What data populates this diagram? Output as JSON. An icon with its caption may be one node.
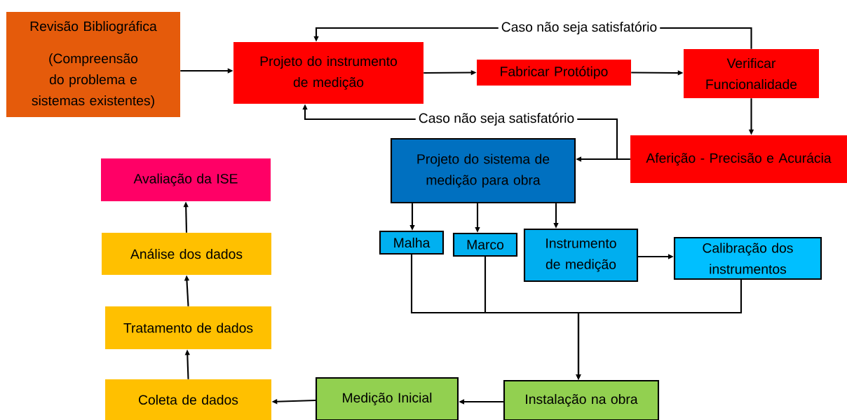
{
  "diagram": {
    "nodes": [
      {
        "text": [
          "Revisão Bibliográfica",
          "(Compreensão do problema e sistemas existentes)"
        ]
      },
      {
        "text": [
          "Projeto do instrumento de medição"
        ]
      },
      {
        "text": [
          "Fabricar Protótipo"
        ]
      },
      {
        "text": [
          "Verificar Funcionalidade"
        ]
      },
      {
        "text": [
          "Aferição - Precisão e Acurácia"
        ]
      },
      {
        "text": [
          "Projeto do sistema de medição para obra"
        ]
      },
      {
        "text": [
          "Malha"
        ]
      },
      {
        "text": [
          "Marco"
        ]
      },
      {
        "text": [
          "Instrumento de medição"
        ]
      },
      {
        "text": [
          "Calibração dos instrumentos"
        ]
      },
      {
        "text": [
          "Instalação na obra"
        ]
      },
      {
        "text": [
          "Medição Inicial"
        ]
      },
      {
        "text": [
          "Coleta de dados"
        ]
      },
      {
        "text": [
          "Tratamento de dados"
        ]
      },
      {
        "text": [
          "Análise dos dados"
        ]
      },
      {
        "text": [
          "Avaliação da ISE"
        ]
      }
    ],
    "edges": [
      {
        "from": 0,
        "to": 1,
        "arrow": "to"
      },
      {
        "from": 1,
        "to": 2,
        "arrow": "to"
      },
      {
        "from": 2,
        "to": 3,
        "arrow": "to"
      },
      {
        "from": 3,
        "to": 1,
        "arrow": "to",
        "label": "Caso não seja satisfatório"
      },
      {
        "from": 3,
        "to": 4,
        "arrow": "to"
      },
      {
        "from": 4,
        "to": 5,
        "arrow": "to"
      },
      {
        "from": 4,
        "to": 1,
        "arrow": "to",
        "label": "Caso não seja satisfatório"
      },
      {
        "from": 5,
        "to": 6,
        "arrow": "to"
      },
      {
        "from": 5,
        "to": 7,
        "arrow": "to"
      },
      {
        "from": 5,
        "to": 8,
        "arrow": "to"
      },
      {
        "from": 8,
        "to": 9,
        "arrow": "to"
      },
      {
        "from": 6,
        "to": 10,
        "arrow": "to"
      },
      {
        "from": 7,
        "to": 10,
        "arrow": "to"
      },
      {
        "from": 9,
        "to": 10,
        "arrow": "to"
      },
      {
        "from": 10,
        "to": 11,
        "arrow": "to"
      },
      {
        "from": 11,
        "to": 12,
        "arrow": "to"
      },
      {
        "from": 12,
        "to": 13,
        "arrow": "to"
      },
      {
        "from": 13,
        "to": 14,
        "arrow": "to"
      },
      {
        "from": 14,
        "to": 15,
        "arrow": "to"
      }
    ]
  }
}
